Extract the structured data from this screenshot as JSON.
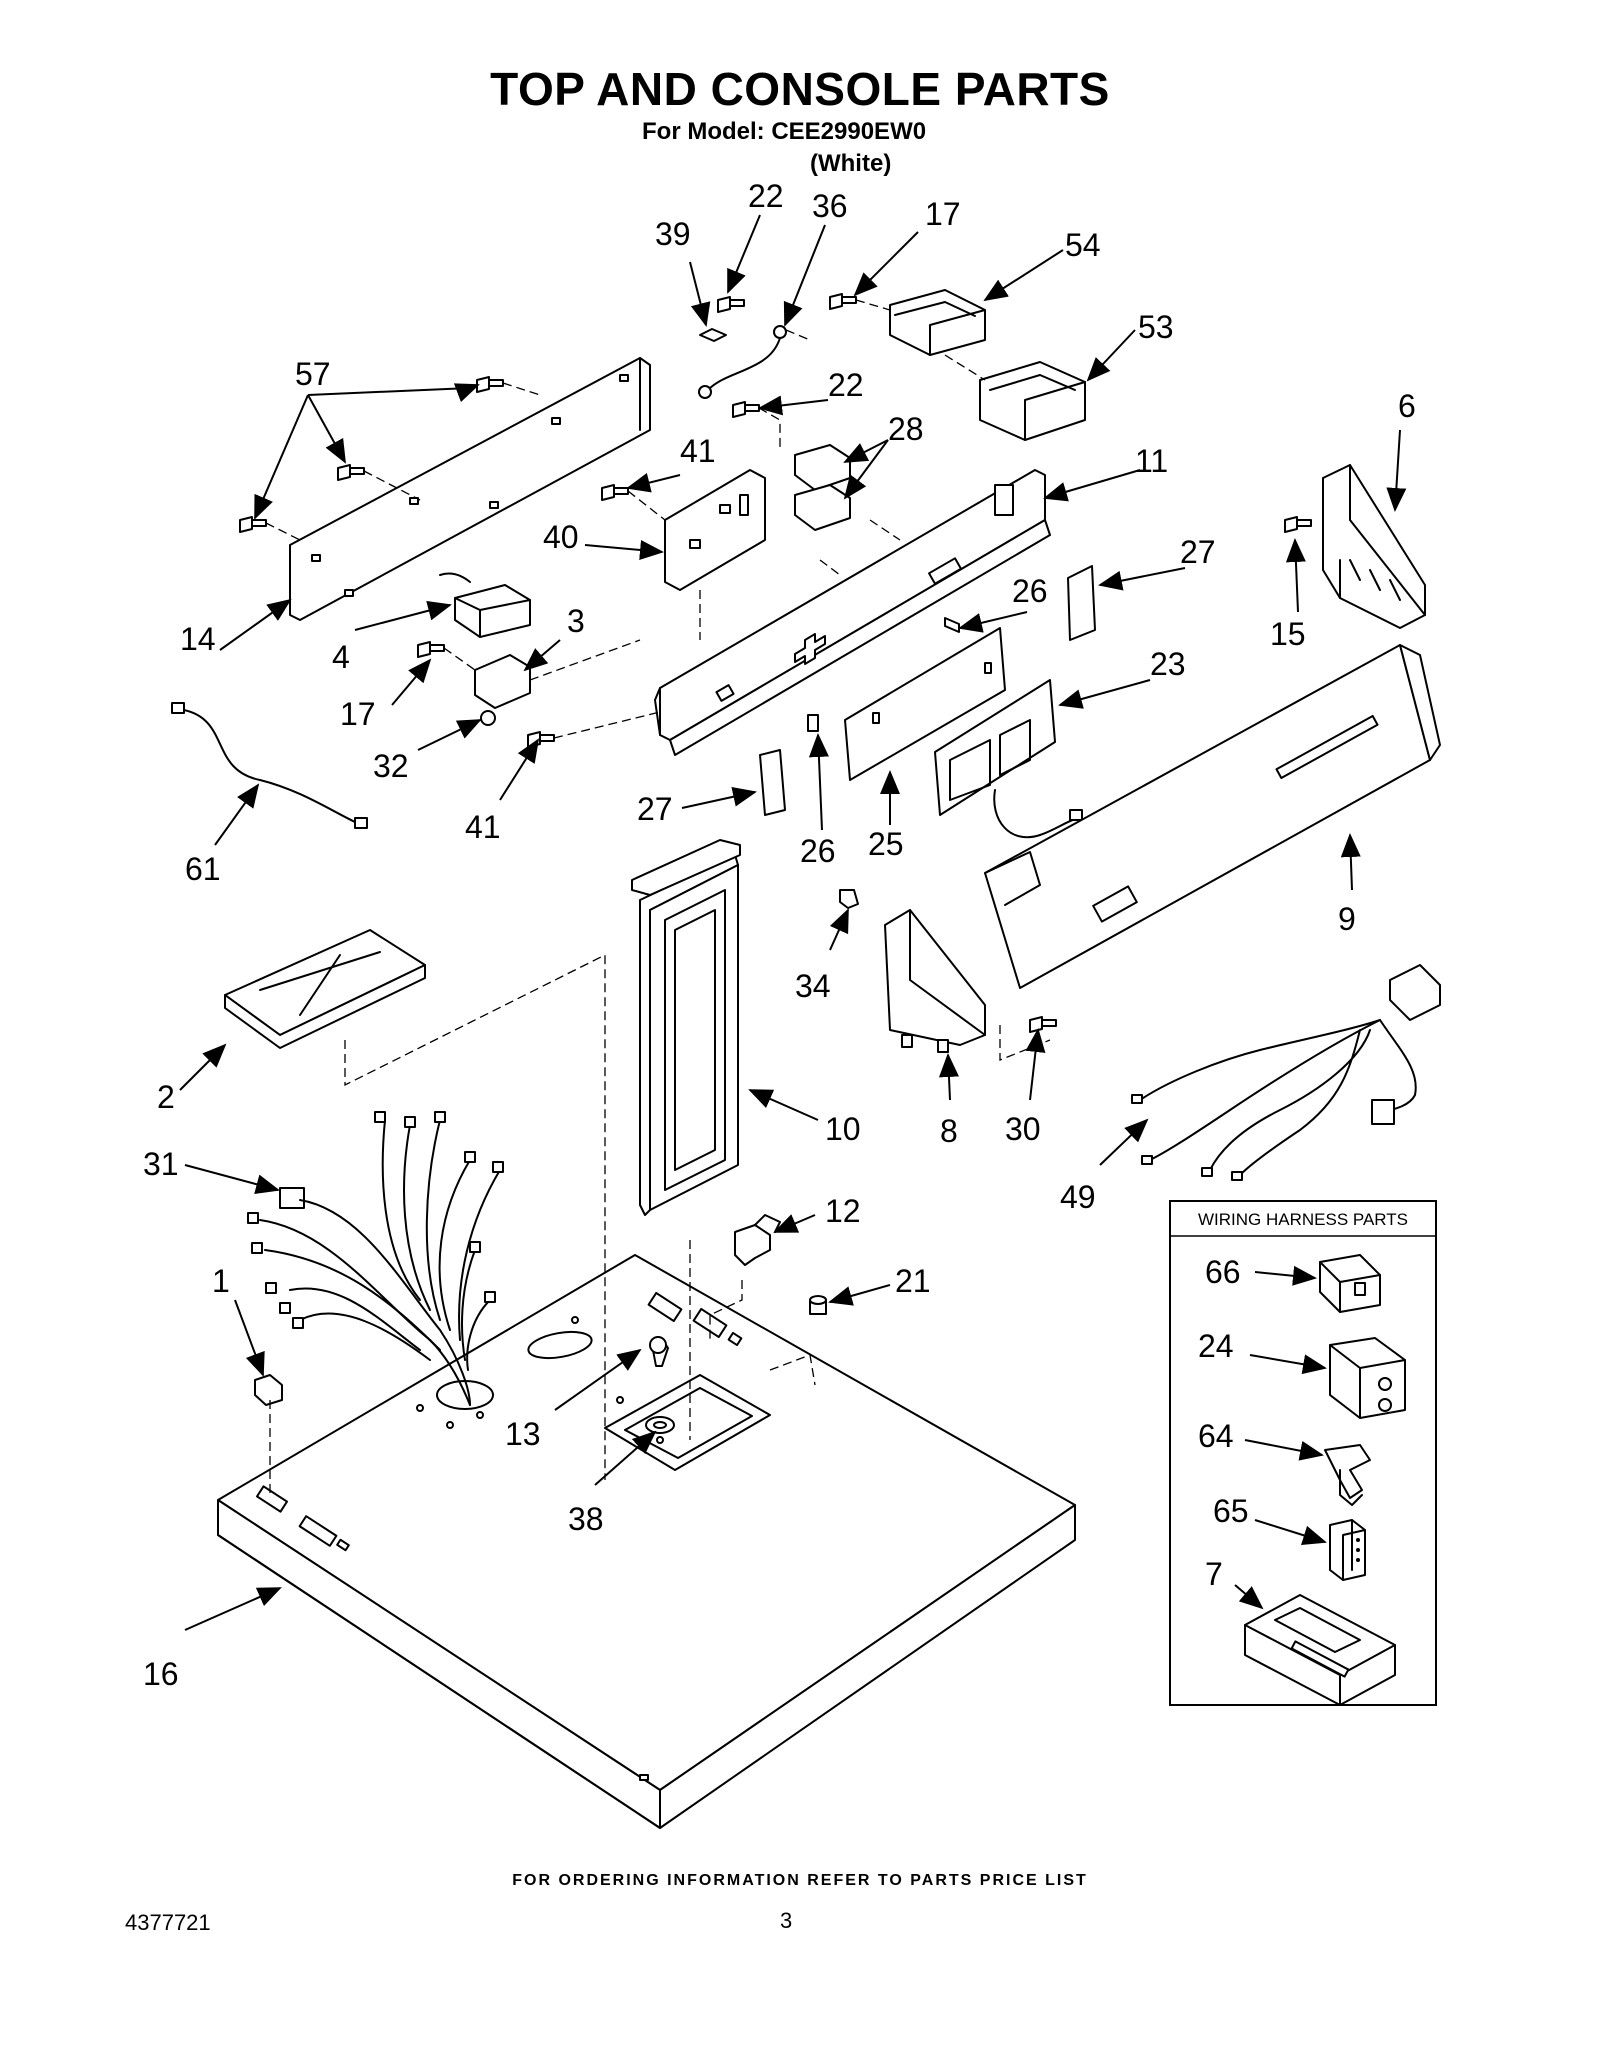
{
  "title": "TOP AND CONSOLE PARTS",
  "model_line": "For Model: CEE2990EW0",
  "color_line": "(White)",
  "inset_title": "WIRING HARNESS PARTS",
  "footer_note": "FOR ORDERING INFORMATION REFER TO PARTS PRICE LIST",
  "document_number": "4377721",
  "page_number": "3",
  "callouts": {
    "c1": "1",
    "c2": "2",
    "c3": "3",
    "c4": "4",
    "c6": "6",
    "c7": "7",
    "c8": "8",
    "c9": "9",
    "c10": "10",
    "c11": "11",
    "c12": "12",
    "c13": "13",
    "c14": "14",
    "c15": "15",
    "c16": "16",
    "c17a": "17",
    "c17b": "17",
    "c21": "21",
    "c22a": "22",
    "c22b": "22",
    "c23": "23",
    "c24": "24",
    "c25": "25",
    "c26a": "26",
    "c26b": "26",
    "c27a": "27",
    "c27b": "27",
    "c28": "28",
    "c30": "30",
    "c31": "31",
    "c32": "32",
    "c34": "34",
    "c36": "36",
    "c38": "38",
    "c39": "39",
    "c40": "40",
    "c41a": "41",
    "c41b": "41",
    "c49": "49",
    "c53": "53",
    "c54": "54",
    "c57": "57",
    "c61": "61",
    "c64": "64",
    "c65": "65",
    "c66": "66"
  }
}
